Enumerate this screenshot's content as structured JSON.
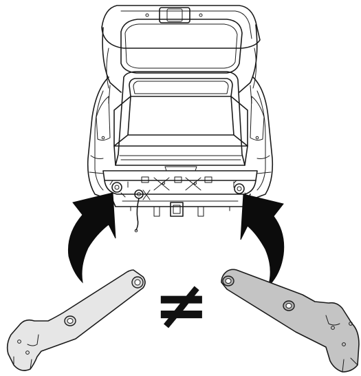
{
  "figure": {
    "symbol": "≠",
    "colors": {
      "line": "#1a1a1a",
      "left_bracket_fill": "#e6e6e6",
      "right_bracket_fill": "#c4c4c4",
      "arrow_fill": "#0c0c0c",
      "background": "#ffffff"
    },
    "parts": [
      "vehicle-rear",
      "left-bracket",
      "right-bracket",
      "left-arrow",
      "right-arrow",
      "not-equal-sign"
    ]
  }
}
